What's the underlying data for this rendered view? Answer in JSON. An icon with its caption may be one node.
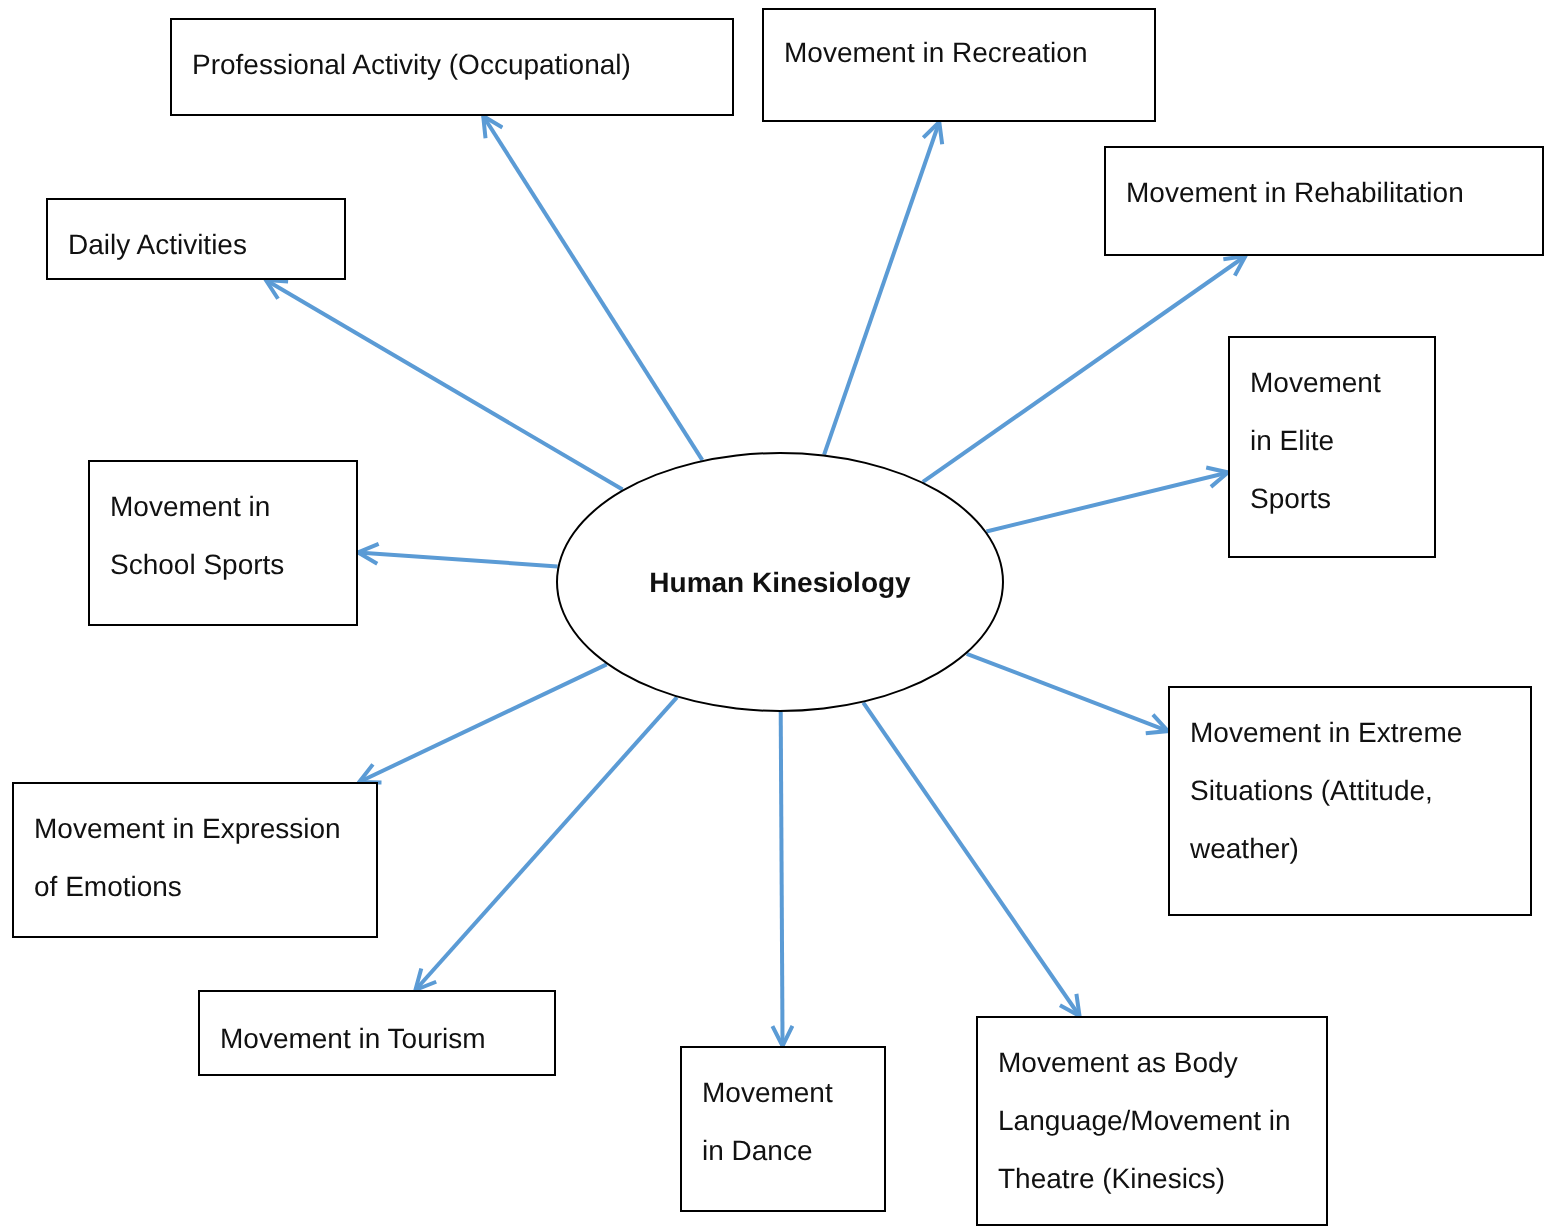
{
  "diagram": {
    "nodes": [
      {
        "text": [
          "Human Kinesiology"
        ]
      },
      {
        "text": [
          "Professional Activity  (Occupational)"
        ]
      },
      {
        "text": [
          "Movement in Recreation"
        ]
      },
      {
        "text": [
          "Movement in Rehabilitation"
        ]
      },
      {
        "text": [
          "Daily Activities"
        ]
      },
      {
        "text": [
          "Movement in Elite Sports"
        ]
      },
      {
        "text": [
          "Movement in School Sports"
        ]
      },
      {
        "text": [
          "Movement in Extreme Situations (Attitude, weather)"
        ]
      },
      {
        "text": [
          "Movement in Expression of Emotions"
        ]
      },
      {
        "text": [
          "Movement in Tourism"
        ]
      },
      {
        "text": [
          "Movement in Dance"
        ]
      },
      {
        "text": [
          "Movement as Body Language/Movement in Theatre (Kinesics)"
        ]
      }
    ],
    "edges": [
      {
        "from": 0,
        "to": 1,
        "arrow": "to"
      },
      {
        "from": 0,
        "to": 2,
        "arrow": "to"
      },
      {
        "from": 0,
        "to": 3,
        "arrow": "to"
      },
      {
        "from": 0,
        "to": 4,
        "arrow": "to"
      },
      {
        "from": 0,
        "to": 5,
        "arrow": "to"
      },
      {
        "from": 0,
        "to": 6,
        "arrow": "to"
      },
      {
        "from": 0,
        "to": 7,
        "arrow": "to"
      },
      {
        "from": 0,
        "to": 8,
        "arrow": "to"
      },
      {
        "from": 0,
        "to": 9,
        "arrow": "to"
      },
      {
        "from": 0,
        "to": 10,
        "arrow": "to"
      },
      {
        "from": 0,
        "to": 11,
        "arrow": "to"
      }
    ]
  }
}
